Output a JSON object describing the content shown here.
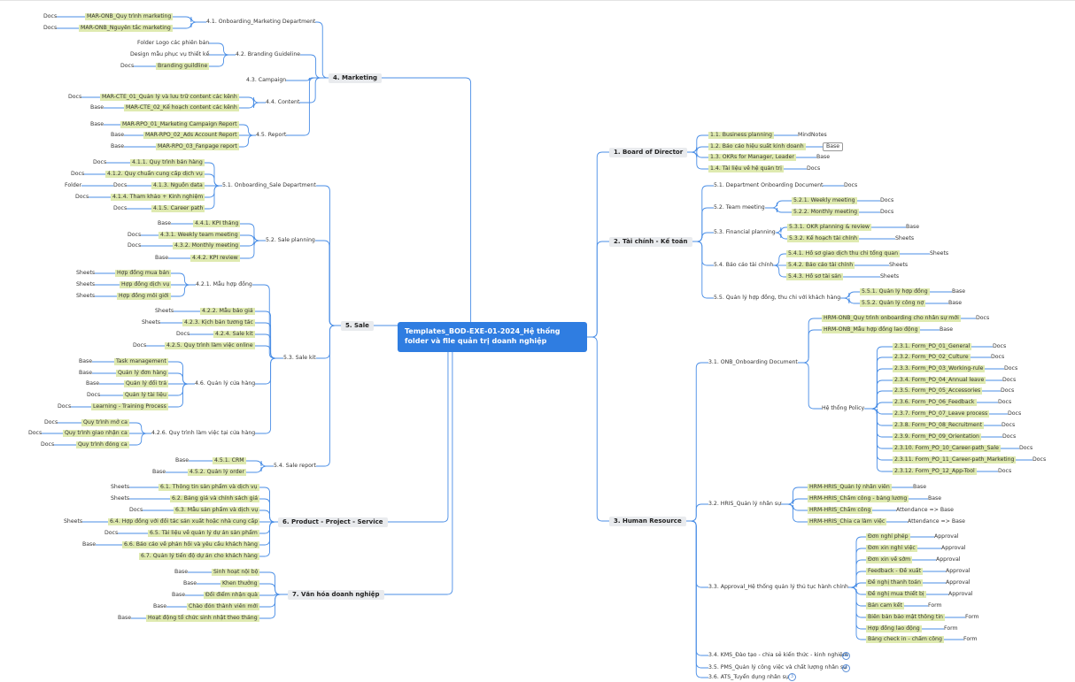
{
  "root": "Templates_BOD-EXE-01-2024_Hệ thống folder và file quản trị doanh nghiệp",
  "nodes": [
    {
      "t": "4. Marketing",
      "c": "l1"
    },
    {
      "t": "5. Sale",
      "c": "l1"
    },
    {
      "t": "6. Product - Project - Service",
      "c": "l1"
    },
    {
      "t": "7. Văn hóa doanh nghiệp",
      "c": "l1"
    },
    {
      "t": "1. Board of Director",
      "c": "l1"
    },
    {
      "t": "2. Tài chính - Kế toán",
      "c": "l1"
    },
    {
      "t": "3. Human Resource",
      "c": "l1"
    },
    {
      "t": "4.1. Onboarding_Marketing Department"
    },
    {
      "t": "MAR-ONB_Quy trình marketing",
      "c": "hl"
    },
    {
      "t": "Docs"
    },
    {
      "t": "MAR-ONB_Nguyên tắc marketing",
      "c": "hl"
    },
    {
      "t": "Docs"
    },
    {
      "t": "4.2. Branding Guideline"
    },
    {
      "t": "Folder Logo các phiên bản"
    },
    {
      "t": "Design mẫu phục vụ thiết kế"
    },
    {
      "t": "Branding guildline",
      "c": "hl"
    },
    {
      "t": "Docs"
    },
    {
      "t": "4.3. Campaign"
    },
    {
      "t": "4.4. Content"
    },
    {
      "t": "MAR-CTE_01_Quản lý và lưu trữ content các kênh",
      "c": "hl"
    },
    {
      "t": "Docs"
    },
    {
      "t": "MAR-CTE_02_Kế hoạch content các kênh",
      "c": "hl"
    },
    {
      "t": "Base"
    },
    {
      "t": "4.5. Report"
    },
    {
      "t": "MAR-RPO_01_Marketing Campaign Report",
      "c": "hl"
    },
    {
      "t": "Base"
    },
    {
      "t": "MAR-RPO_02_Ads Account Report",
      "c": "hl"
    },
    {
      "t": "Base"
    },
    {
      "t": "MAR-RPO_03_Fanpage report",
      "c": "hl"
    },
    {
      "t": "Base"
    },
    {
      "t": "5.1. Onboarding_Sale Department"
    },
    {
      "t": "4.1.1. Quy trình bán hàng",
      "c": "hl"
    },
    {
      "t": "Docs"
    },
    {
      "t": "4.1.2. Quy chuẩn cung cấp dịch vụ",
      "c": "hl"
    },
    {
      "t": "Docs"
    },
    {
      "t": "4.1.3. Nguồn data",
      "c": "hl"
    },
    {
      "t": "Docs"
    },
    {
      "t": "Folder"
    },
    {
      "t": "4.1.4. Tham khảo + Kinh nghiệm",
      "c": "hl"
    },
    {
      "t": "Docs"
    },
    {
      "t": "4.1.5. Career path",
      "c": "hl"
    },
    {
      "t": "Docs"
    },
    {
      "t": "5.2. Sale planning"
    },
    {
      "t": "4.4.1. KPI tháng",
      "c": "hl"
    },
    {
      "t": "Base"
    },
    {
      "t": "4.3.1. Weekly team meeting",
      "c": "hl"
    },
    {
      "t": "Docs"
    },
    {
      "t": "4.3.2. Monthly meeting",
      "c": "hl"
    },
    {
      "t": "Docs"
    },
    {
      "t": "4.4.2. KPI review",
      "c": "hl"
    },
    {
      "t": "Base"
    },
    {
      "t": "5.3. Sale kit"
    },
    {
      "t": "4.2.1. Mẫu hợp đồng"
    },
    {
      "t": "Hợp đồng mua bán",
      "c": "hl"
    },
    {
      "t": "Sheets"
    },
    {
      "t": "Hợp đồng dịch vụ",
      "c": "hl"
    },
    {
      "t": "Sheets"
    },
    {
      "t": "Hợp đồng môi giới",
      "c": "hl"
    },
    {
      "t": "Sheets"
    },
    {
      "t": "4.2.2. Mẫu báo giá",
      "c": "hl"
    },
    {
      "t": "Sheets"
    },
    {
      "t": "4.2.3. Kịch bản tương tác",
      "c": "hl"
    },
    {
      "t": "Sheets"
    },
    {
      "t": "4.2.4. Sale kit",
      "c": "hl"
    },
    {
      "t": "Docs"
    },
    {
      "t": "4.2.5. Quy trình làm việc online",
      "c": "hl"
    },
    {
      "t": "Docs"
    },
    {
      "t": "4.6. Quản lý cửa hàng"
    },
    {
      "t": "Task management",
      "c": "hl"
    },
    {
      "t": "Base"
    },
    {
      "t": "Quản lý đơn hàng",
      "c": "hl"
    },
    {
      "t": "Base"
    },
    {
      "t": "Quản lý đổi trả",
      "c": "hl"
    },
    {
      "t": "Base"
    },
    {
      "t": "Quản lý tài liệu",
      "c": "hl"
    },
    {
      "t": "Docs"
    },
    {
      "t": "Learning - Training Process",
      "c": "hl"
    },
    {
      "t": "Docs"
    },
    {
      "t": "4.2.6. Quy trình làm việc tại cửa hàng"
    },
    {
      "t": "Quy trình mở ca",
      "c": "hl"
    },
    {
      "t": "Docs"
    },
    {
      "t": "Quy trình giao nhận ca",
      "c": "hl"
    },
    {
      "t": "Docs"
    },
    {
      "t": "Quy trình đóng ca",
      "c": "hl"
    },
    {
      "t": "Docs"
    },
    {
      "t": "5.4. Sale report"
    },
    {
      "t": "4.5.1. CRM",
      "c": "hl"
    },
    {
      "t": "Base"
    },
    {
      "t": "4.5.2. Quản lý order",
      "c": "hl"
    },
    {
      "t": "Base"
    },
    {
      "t": "6.1. Thông tin sản phẩm và dịch vụ",
      "c": "hl"
    },
    {
      "t": "Sheets"
    },
    {
      "t": "6.2. Bảng giá và chính sách giá",
      "c": "hl"
    },
    {
      "t": "Sheets"
    },
    {
      "t": "6.3. Mẫu sản phẩm và dịch vụ",
      "c": "hl"
    },
    {
      "t": "Docs"
    },
    {
      "t": "6.4. Hợp đồng với đối tác sản xuất hoặc nhà cung cấp",
      "c": "hl"
    },
    {
      "t": "Sheets"
    },
    {
      "t": "6.5. Tài liệu về quản lý dự án sản phẩm",
      "c": "hl"
    },
    {
      "t": "Docs"
    },
    {
      "t": "6.6. Báo cáo về phản hồi và yêu cầu khách hàng",
      "c": "hl"
    },
    {
      "t": "Base"
    },
    {
      "t": "6.7. Quản lý tiến độ dự án cho khách hàng",
      "c": "hl"
    },
    {
      "t": "Sinh hoạt nội bộ",
      "c": "hl"
    },
    {
      "t": "Base"
    },
    {
      "t": "Khen thưởng",
      "c": "hl"
    },
    {
      "t": "Base"
    },
    {
      "t": "Đổi điểm nhận quà",
      "c": "hl"
    },
    {
      "t": "Base"
    },
    {
      "t": "Chào đón thành viên mới",
      "c": "hl"
    },
    {
      "t": "Base"
    },
    {
      "t": "Hoạt động tổ chức sinh nhật theo tháng",
      "c": "hl"
    },
    {
      "t": "Base"
    },
    {
      "t": "1.1. Business planning",
      "c": "hl"
    },
    {
      "t": "MindNotes"
    },
    {
      "t": "1.2. Báo cáo hiệu suất kinh doanh",
      "c": "hl"
    },
    {
      "t": "Base",
      "c": "bx"
    },
    {
      "t": "1.3. OKRs for Manager, Leader",
      "c": "hl"
    },
    {
      "t": "Base"
    },
    {
      "t": "1.4. Tài liệu về hệ quản trị",
      "c": "hl"
    },
    {
      "t": "Docs"
    },
    {
      "t": "5.1. Department Onboarding Document"
    },
    {
      "t": "Docs"
    },
    {
      "t": "5.2. Team meeting"
    },
    {
      "t": "5.2.1. Weekly meeting",
      "c": "hl"
    },
    {
      "t": "Docs"
    },
    {
      "t": "5.2.2. Monthly meeting",
      "c": "hl"
    },
    {
      "t": "Docs"
    },
    {
      "t": "5.3. Financial planning"
    },
    {
      "t": "5.3.1. OKR planning & review",
      "c": "hl"
    },
    {
      "t": "Base"
    },
    {
      "t": "5.3.2. Kế hoạch tài chính",
      "c": "hl"
    },
    {
      "t": "Sheets"
    },
    {
      "t": "5.4. Báo cáo tài chính"
    },
    {
      "t": "5.4.1. Hồ sơ giao dịch thu chi tổng quan",
      "c": "hl"
    },
    {
      "t": "Sheets"
    },
    {
      "t": "5.4.2. Báo cáo tài chính",
      "c": "hl"
    },
    {
      "t": "Sheets"
    },
    {
      "t": "5.4.3. Hồ sơ tài sản",
      "c": "hl"
    },
    {
      "t": "Sheets"
    },
    {
      "t": "5.5. Quản lý hợp đồng, thu chi với khách hàng"
    },
    {
      "t": "5.5.1. Quản lý hợp đồng",
      "c": "hl"
    },
    {
      "t": "Base"
    },
    {
      "t": "5.5.2. Quản lý công nợ",
      "c": "hl"
    },
    {
      "t": "Base"
    },
    {
      "t": "3.1. ONB_Onboarding Document"
    },
    {
      "t": "HRM-ONB_Quy trình onboarding cho nhân sự mới",
      "c": "hl"
    },
    {
      "t": "Docs"
    },
    {
      "t": "HRM-ONB_Mẫu hợp đồng lao động",
      "c": "hl"
    },
    {
      "t": "Base"
    },
    {
      "t": "Hệ thống Policy"
    },
    {
      "t": "2.3.1. Form_PO_01_General",
      "c": "hl"
    },
    {
      "t": "Docs"
    },
    {
      "t": "2.3.2. Form_PO_02_Culture",
      "c": "hl"
    },
    {
      "t": "Docs"
    },
    {
      "t": "2.3.3. Form_PO_03_Working-rule",
      "c": "hl"
    },
    {
      "t": "Docs"
    },
    {
      "t": "2.3.4. Form_PO_04_Annual leave",
      "c": "hl"
    },
    {
      "t": "Docs"
    },
    {
      "t": "2.3.5. Form_PO_05_Accessories",
      "c": "hl"
    },
    {
      "t": "Docs"
    },
    {
      "t": "2.3.6. Form_PO_06_Feedback",
      "c": "hl"
    },
    {
      "t": "Docs"
    },
    {
      "t": "2.3.7. Form_PO_07_Leave process",
      "c": "hl"
    },
    {
      "t": "Docs"
    },
    {
      "t": "2.3.8. Form_PO_08_Recruitment",
      "c": "hl"
    },
    {
      "t": "Docs"
    },
    {
      "t": "2.3.9. Form_PO_09_Orientation",
      "c": "hl"
    },
    {
      "t": "Docs"
    },
    {
      "t": "2.3.10. Form_PO_10_Career-path_Sale",
      "c": "hl"
    },
    {
      "t": "Docs"
    },
    {
      "t": "2.3.11. Form_PO_11_Career-path_Marketing",
      "c": "hl"
    },
    {
      "t": "Docs"
    },
    {
      "t": "2.3.12. Form_PO_12_App-Tool",
      "c": "hl"
    },
    {
      "t": "Docs"
    },
    {
      "t": "3.2. HRIS_Quản lý nhân sự"
    },
    {
      "t": "HRM-HRIS_Quản lý nhân viên",
      "c": "hl"
    },
    {
      "t": "Base"
    },
    {
      "t": "HRM-HRIS_Chấm công - bảng lương",
      "c": "hl"
    },
    {
      "t": "Base"
    },
    {
      "t": "HRM-HRIS_Chấm công",
      "c": "hl"
    },
    {
      "t": "Attendance => Base"
    },
    {
      "t": "HRM-HRIS_Chia ca làm việc",
      "c": "hl"
    },
    {
      "t": "Attendance => Base"
    },
    {
      "t": "3.3. Approval_Hệ thống quản lý thủ tục hành chính"
    },
    {
      "t": "Đơn nghỉ phép",
      "c": "hl"
    },
    {
      "t": "Approval"
    },
    {
      "t": "Đơn xin nghỉ việc",
      "c": "hl"
    },
    {
      "t": "Approval"
    },
    {
      "t": "Đơn xin về sớm",
      "c": "hl"
    },
    {
      "t": "Approval"
    },
    {
      "t": "Feedback - Đề xuất",
      "c": "hl"
    },
    {
      "t": "Approval"
    },
    {
      "t": "Đề nghị thanh toán",
      "c": "hl"
    },
    {
      "t": "Approval"
    },
    {
      "t": "Đề nghị mua thiết bị",
      "c": "hl"
    },
    {
      "t": "Approval"
    },
    {
      "t": "Bản cam kết",
      "c": "hl"
    },
    {
      "t": "Form"
    },
    {
      "t": "Biên bản bảo mật thông tin",
      "c": "hl"
    },
    {
      "t": "Form"
    },
    {
      "t": "Hợp đồng lao động",
      "c": "hl"
    },
    {
      "t": "Form"
    },
    {
      "t": "Bảng check in - chấm công",
      "c": "hl"
    },
    {
      "t": "Form"
    },
    {
      "t": "3.4. KMS_Đào tạo - chia sẻ kiến thức - kinh nghiệm"
    },
    {
      "t": "2",
      "c": "bdg"
    },
    {
      "t": "3.5. PMS_Quản lý công việc và chất lượng nhân sự"
    },
    {
      "t": "4",
      "c": "bdg"
    },
    {
      "t": "3.6. ATS_Tuyển dụng nhân sự"
    },
    {
      "t": "3",
      "c": "bdg"
    }
  ]
}
